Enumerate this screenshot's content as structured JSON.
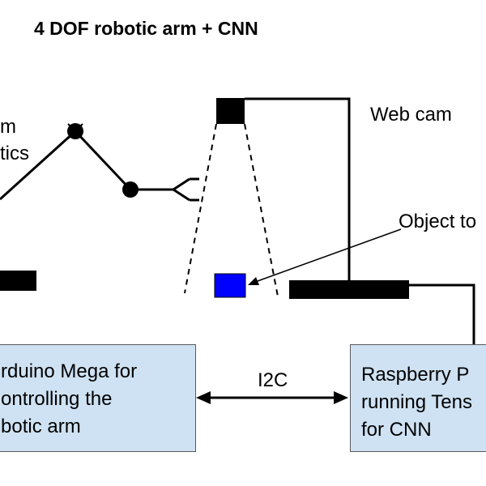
{
  "title": "4 DOF robotic arm + CNN",
  "labels": {
    "kinematics_line1": "m",
    "kinematics_line2": "tics",
    "webcam": "Web cam",
    "object": "Object to",
    "protocol": "I2C"
  },
  "boxes": {
    "arduino": {
      "lines": [
        "rduino Mega for",
        "ontrolling the",
        "botic arm"
      ]
    },
    "raspberry": {
      "lines": [
        "Raspberry P",
        "running Tens",
        "for CNN"
      ]
    }
  },
  "colors": {
    "box_fill": "#cfe2f3",
    "object_fill": "#0000ff",
    "block_fill": "#000000"
  }
}
